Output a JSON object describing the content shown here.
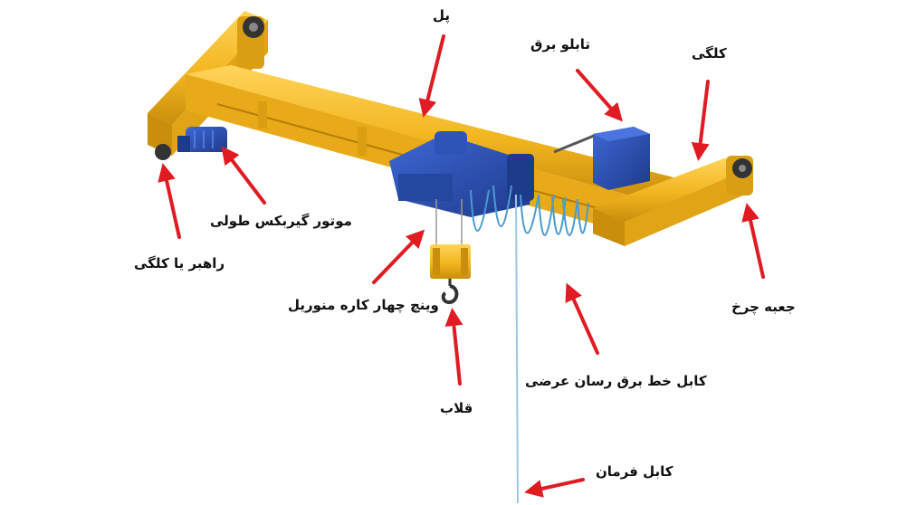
{
  "labels": {
    "bridge": "پل",
    "electric_panel": "تابلو برق",
    "end_carriage_right": "کلگی",
    "long_travel_gear_motor": "موتور گیربکس طولی",
    "rail_or_end_carriage": "راهبر یا کلگی",
    "four_wheel_monorail_hoist": "وینچ چهار کاره منوریل",
    "wheel_box": "جعبه چرخ",
    "cross_travel_festoon_cable": "کابل خط برق رسان عرضی",
    "hook": "قلاب",
    "pendant_control_cable": "کابل فرمان"
  },
  "colors": {
    "crane_yellow": "#F2B51F",
    "crane_yellow_dark": "#C98E0C",
    "crane_yellow_light": "#FFD45A",
    "hoist_blue": "#2F54B8",
    "hoist_blue_dark": "#1E3A8A",
    "cable_blue": "#4A9BD1",
    "arrow_red": "#E01B22",
    "text": "#111111"
  }
}
